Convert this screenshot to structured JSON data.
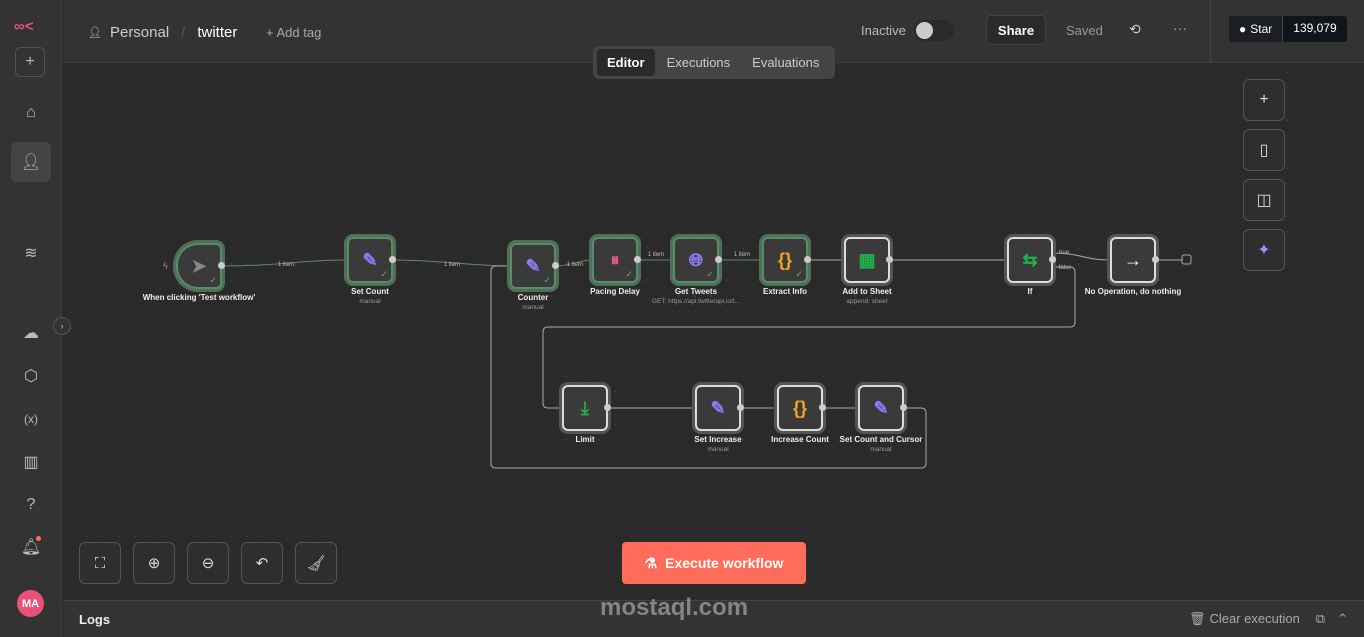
{
  "header": {
    "project": "Personal",
    "workflow": "twitter",
    "add_tag": "+ Add tag",
    "status": "Inactive",
    "share": "Share",
    "saved": "Saved",
    "github_star": "Star",
    "github_count": "139,079"
  },
  "tabs": [
    "Editor",
    "Executions",
    "Evaluations"
  ],
  "sidebar": {
    "avatar": "MA"
  },
  "nodes": [
    {
      "label": "When clicking 'Test workflow'",
      "sub": ""
    },
    {
      "label": "Set Count",
      "sub": "manual"
    },
    {
      "label": "Counter",
      "sub": "manual"
    },
    {
      "label": "Pacing Delay",
      "sub": ""
    },
    {
      "label": "Get Tweets",
      "sub": "GET: https://api.twitterapi.io/t..."
    },
    {
      "label": "Extract Info",
      "sub": ""
    },
    {
      "label": "Add to Sheet",
      "sub": "append: sheet"
    },
    {
      "label": "If",
      "sub": ""
    },
    {
      "label": "No Operation, do nothing",
      "sub": ""
    },
    {
      "label": "Limit",
      "sub": ""
    },
    {
      "label": "Set Increase",
      "sub": "manual"
    },
    {
      "label": "Increase Count",
      "sub": ""
    },
    {
      "label": "Set Count and Cursor",
      "sub": "manual"
    }
  ],
  "edge_labels": {
    "item": "1 item",
    "true": "true",
    "false": "false"
  },
  "execute": "Execute workflow",
  "logs": {
    "title": "Logs",
    "clear": "Clear execution"
  },
  "watermark": "mostaql.com",
  "colors": {
    "accent": "#ff6d5a",
    "success": "#5cae77"
  }
}
